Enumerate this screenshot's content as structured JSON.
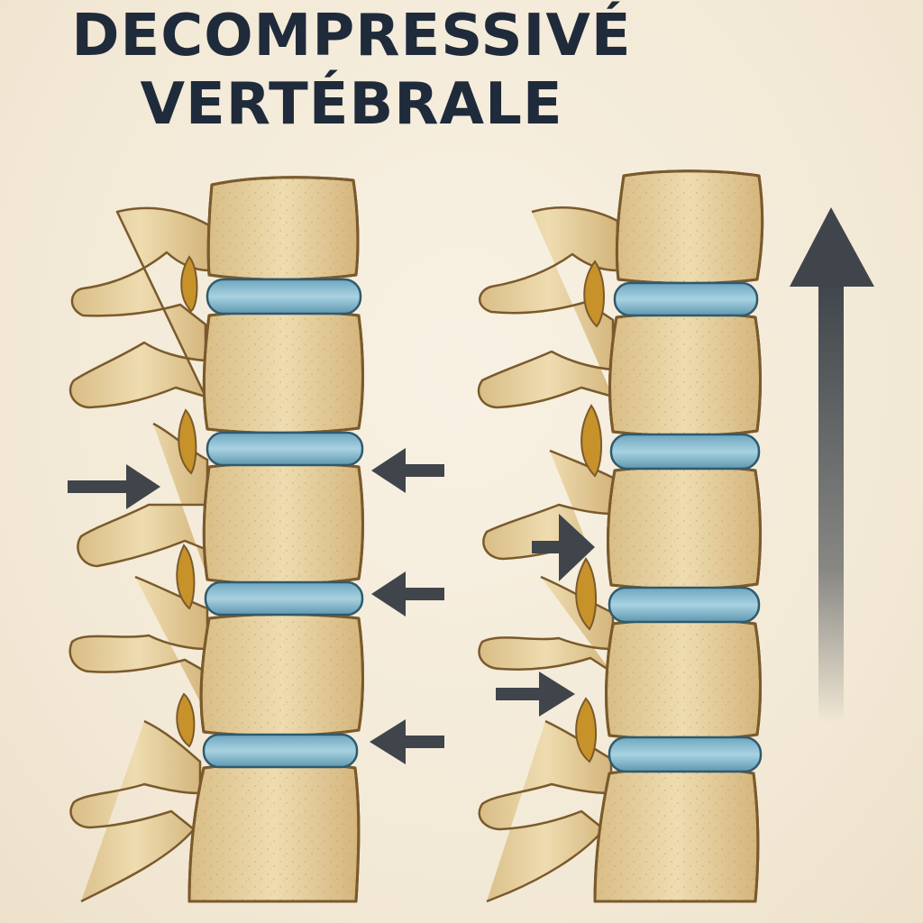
{
  "title": {
    "line1": "DECOMPRESSIVÉ",
    "line2": "VERTÉBRALE"
  },
  "colors": {
    "background": "#f4ecdc",
    "bone": "#e3cb98",
    "bone_outline": "#7a5a2c",
    "disc": "#8fc0d4",
    "disc_outline": "#2f5a6e",
    "nerve_gap": "#c8922a",
    "arrow": "#3f454b",
    "title_text": "#1f2a3a"
  },
  "panels": [
    {
      "id": "left-spine",
      "state": "compressed",
      "icons": [
        "compression-arrow-left",
        "compression-arrow-right"
      ]
    },
    {
      "id": "right-spine",
      "state": "decompressed",
      "icons": [
        "traction-arrow-up"
      ]
    }
  ]
}
